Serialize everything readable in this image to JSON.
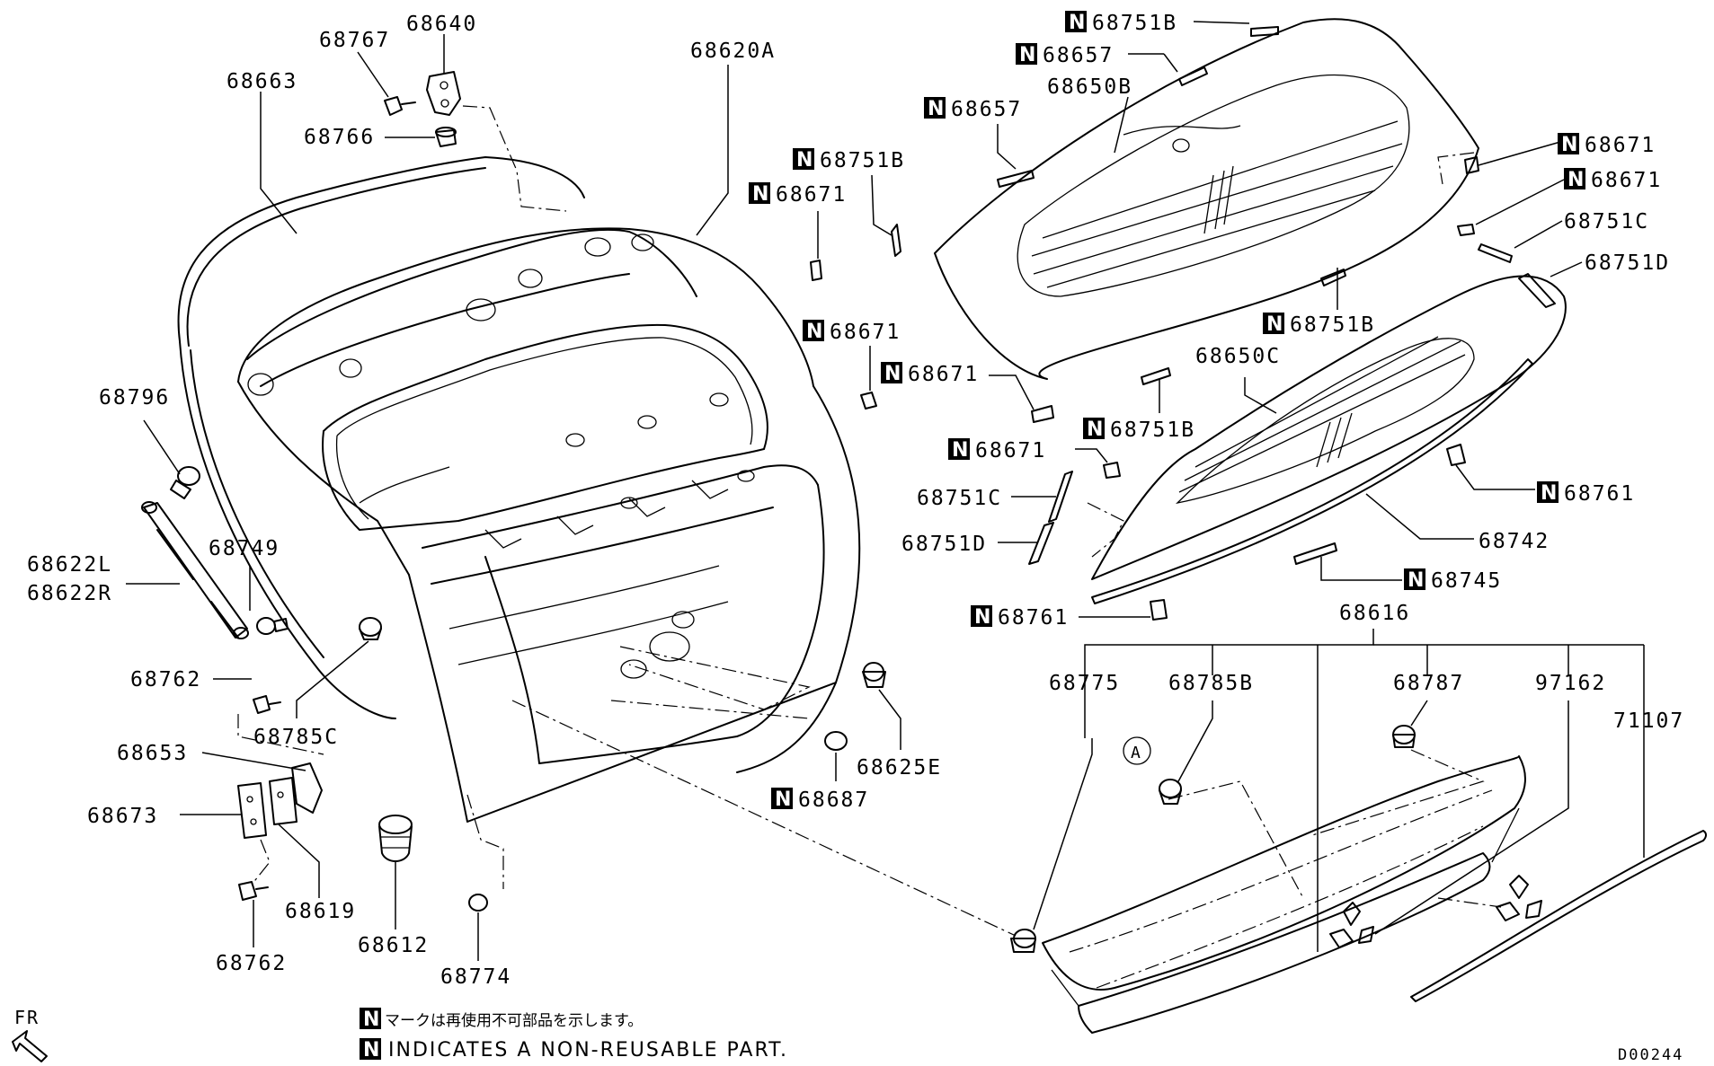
{
  "diagram_code": "D00244",
  "orientation_label": "FR",
  "legend": {
    "badge": "N",
    "note_jp": "マークは再使用不可部品を示します。",
    "note_en": "INDICATES A NON-REUSABLE PART."
  },
  "callout_circle": "A",
  "labels": {
    "p68640": "68640",
    "p68767": "68767",
    "p68663": "68663",
    "p68766": "68766",
    "p68620A": "68620A",
    "p68796": "68796",
    "p68622L": "68622L",
    "p68622R": "68622R",
    "p68749": "68749",
    "p68762a": "68762",
    "p68785C": "68785C",
    "p68653": "68653",
    "p68673": "68673",
    "p68619": "68619",
    "p68762b": "68762",
    "p68612": "68612",
    "p68774": "68774",
    "p68625E": "68625E",
    "p68687": "68687",
    "p68751B_top": "68751B",
    "p68657_a": "68657",
    "p68650B": "68650B",
    "p68657_b": "68657",
    "p68751B_left": "68751B",
    "p68671_left": "68671",
    "p68671_mid1": "68671",
    "p68671_mid2": "68671",
    "p68671_r1": "68671",
    "p68671_r2": "68671",
    "p68751C_r": "68751C",
    "p68751D_r": "68751D",
    "p68751B_mid": "68751B",
    "p68650C": "68650C",
    "p68751B_low": "68751B",
    "p68671_low": "68671",
    "p68751C_l": "68751C",
    "p68751D_l": "68751D",
    "p68761_r": "68761",
    "p68742": "68742",
    "p68745": "68745",
    "p68761_l": "68761",
    "p68616": "68616",
    "p68775": "68775",
    "p68785B": "68785B",
    "p68787": "68787",
    "p97162": "97162",
    "p71107": "71107"
  }
}
